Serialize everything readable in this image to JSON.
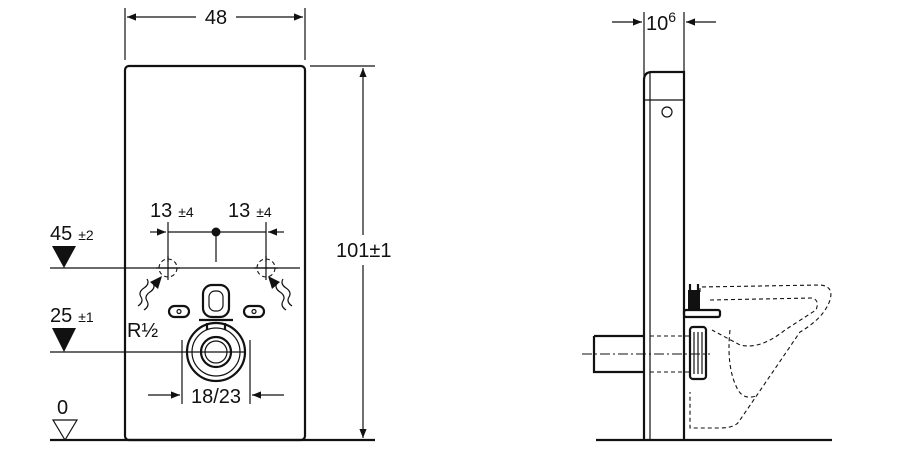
{
  "front_view": {
    "width_label": "48",
    "height_label_main": "101",
    "height_label_tol": "±1",
    "spacing_left_main": "13",
    "spacing_left_tol": "±4",
    "spacing_right_main": "13",
    "spacing_right_tol": "±4",
    "level_upper_main": "45",
    "level_upper_tol": "±2",
    "level_lower_main": "25",
    "level_lower_tol": "±1",
    "level_zero": "0",
    "thread_label": "R½",
    "drain_label": "18/23"
  },
  "side_view": {
    "depth_main": "10",
    "depth_sup": "6"
  }
}
